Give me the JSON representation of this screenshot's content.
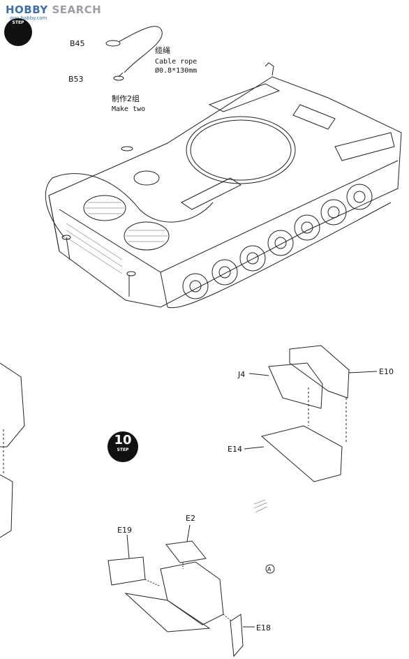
{
  "watermark": {
    "brand_a": "HOBBY",
    "brand_b": " SEARCH",
    "sub": "ggg.hobby.com"
  },
  "step_upper": {
    "number": "",
    "caption": "STEP"
  },
  "step_lower": {
    "number": "10",
    "caption": "STEP"
  },
  "cable": {
    "part_top": "B45",
    "part_bottom": "B53",
    "name_cn": "缆绳",
    "name_en": "Cable rope",
    "spec": "Ø0.8*130mm",
    "make_cn": "制作2组",
    "make_en": "Make two"
  },
  "parts": {
    "j4": "J4",
    "e10": "E10",
    "e14": "E14",
    "e2": "E2",
    "e19": "E19",
    "e18": "E18"
  },
  "marker": {
    "a": "A"
  }
}
